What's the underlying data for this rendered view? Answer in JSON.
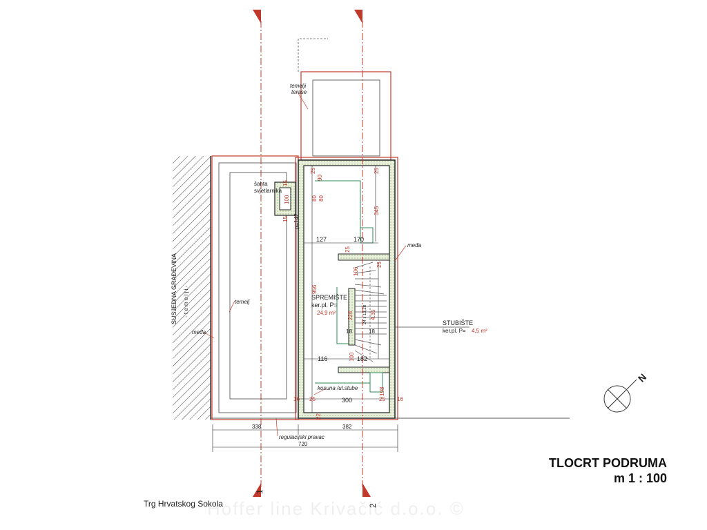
{
  "title": {
    "line1": "TLOCRT PODRUMA",
    "line2": "m 1 : 100"
  },
  "street": "Trg Hrvatskog Sokola",
  "watermark": "Hoffer line Krivačić d.o.o. ©",
  "section_markers": [
    "1",
    "2"
  ],
  "north_label": "N",
  "labels": {
    "temelji_terase_1": "temelji",
    "temelji_terase_2": "terase",
    "sahta_1": "šahta",
    "sahta_2": "svjetlarnika",
    "susjedna": "SUSJEDNA GRAĐEVINA",
    "temelji_vertical": "- t e m e l j i -",
    "temelj": "temelj",
    "meda_left": "međa",
    "meda_right": "međa",
    "kosuna": "kosuna /ul.stube",
    "regulacijski": "regulacijski pravac",
    "spremiste_name": "SPREMIŠTE",
    "spremiste_ker": "ker.pl. P=",
    "spremiste_area": "24,9 m²",
    "stubiste_name": "STUBIŠTE",
    "stubiste_ker": "ker.pl. P=",
    "stubiste_area": "4,5 m²",
    "p142": "p=142"
  },
  "dims": {
    "d25a": "25",
    "d90": "90",
    "d25b": "25",
    "d80a": "80",
    "d80b": "80",
    "d15a": "15",
    "d100a": "100",
    "d15b": "15",
    "d345": "345",
    "d127": "127",
    "d170": "170",
    "d25c": "25",
    "d106": "106",
    "d25d": "25",
    "d956": "956",
    "d224": "224",
    "d18a": "18",
    "d18b": "18",
    "d435": "4.35",
    "dstairs": "24 x 13,28",
    "d116": "116",
    "d100b": "100",
    "d182": "182",
    "d16a": "16",
    "d25e": "25",
    "d300": "300",
    "d25f": "25",
    "d16b": "16",
    "d198": "198",
    "d22": "22",
    "d338": "338",
    "d382": "382",
    "d720": "720"
  }
}
